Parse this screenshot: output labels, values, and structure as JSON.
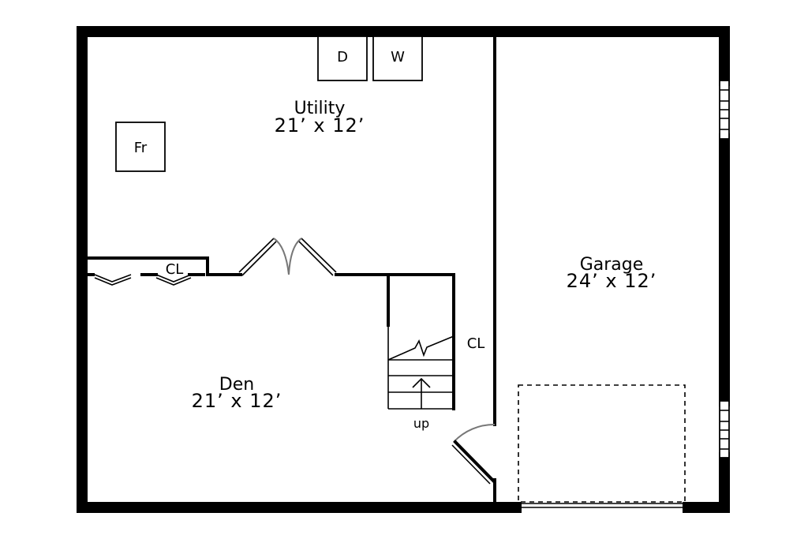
{
  "rooms": {
    "utility": {
      "name": "Utility",
      "size": "21’ x 12’"
    },
    "den": {
      "name": "Den",
      "size": "21’ x 12’"
    },
    "garage": {
      "name": "Garage",
      "size": "24’ x 12’"
    }
  },
  "appliances": {
    "dryer": "D",
    "washer": "W",
    "furnace": "Fr"
  },
  "closets": {
    "closet_left": "CL",
    "closet_stair": "CL"
  },
  "stairs": {
    "direction": "up"
  }
}
